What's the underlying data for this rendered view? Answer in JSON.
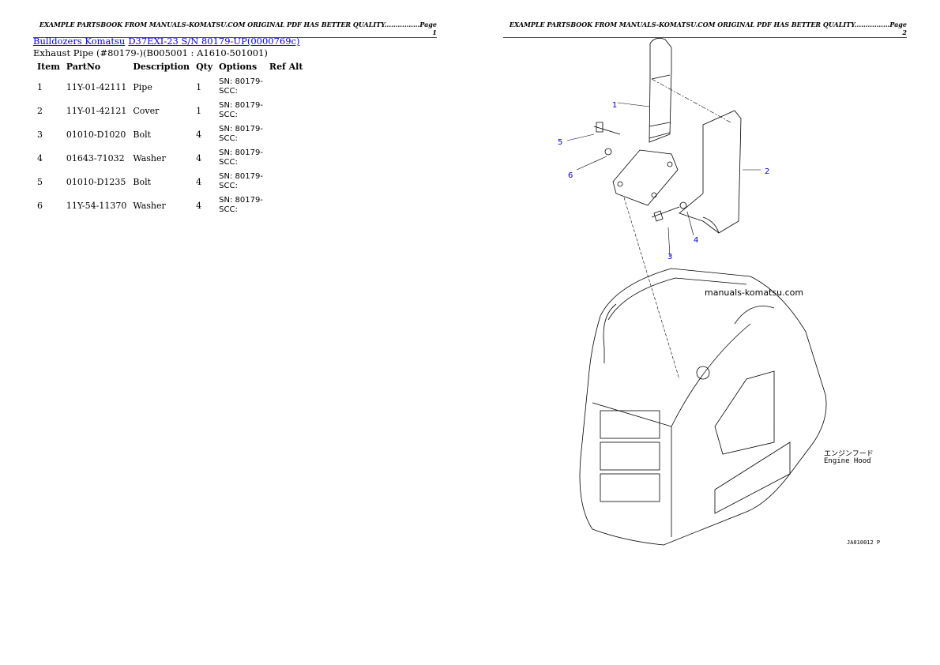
{
  "page1": {
    "header": "EXAMPLE PARTSBOOK FROM MANUALS-KOMATSU.COM ORIGINAL PDF HAS BETTER QUALITY................Page 1",
    "breadcrumb": [
      "Bulldozers Komatsu",
      "D37EXI-23 S/N 80179-UP(0000769c)"
    ],
    "subtitle": "Exhaust Pipe (#80179-)(B005001 : A1610-501001)",
    "columns": [
      "Item",
      "PartNo",
      "Description",
      "Qty",
      "Options",
      "Ref Alt"
    ],
    "rows": [
      [
        "1",
        "11Y-01-42111",
        "Pipe",
        "1",
        "SN: 80179-\nSCC:",
        ""
      ],
      [
        "2",
        "11Y-01-42121",
        "Cover",
        "1",
        "SN: 80179-\nSCC:",
        ""
      ],
      [
        "3",
        "01010-D1020",
        "Bolt",
        "4",
        "SN: 80179-\nSCC:",
        ""
      ],
      [
        "4",
        "01643-71032",
        "Washer",
        "4",
        "SN: 80179-\nSCC:",
        ""
      ],
      [
        "5",
        "01010-D1235",
        "Bolt",
        "4",
        "SN: 80179-\nSCC:",
        ""
      ],
      [
        "6",
        "11Y-54-11370",
        "Washer",
        "4",
        "SN: 80179-\nSCC:",
        ""
      ]
    ]
  },
  "page2": {
    "header": "EXAMPLE PARTSBOOK FROM MANUALS-KOMATSU.COM ORIGINAL PDF HAS BETTER QUALITY................Page 2",
    "callouts": [
      "1",
      "2",
      "3",
      "4",
      "5",
      "6"
    ],
    "watermark": "manuals-komatsu.com",
    "label_jp": "エンジンフード",
    "label_en": "Engine Hood",
    "figure_id": "JA010012 P",
    "callout_color": "#0000cc"
  }
}
